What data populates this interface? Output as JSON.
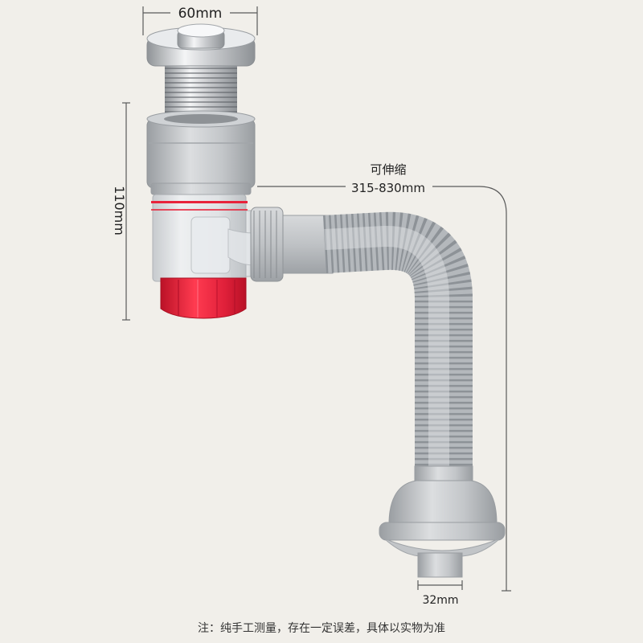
{
  "dimensions": {
    "top_width": "60mm",
    "body_height": "110mm",
    "hose_label": "可伸缩",
    "hose_range": "315-830mm",
    "outlet_diameter": "32mm"
  },
  "note": "注：纯手工测量，存在一定误差，具体以实物为准",
  "colors": {
    "background": "#f1efea",
    "pipe_gray": "#b9bcc0",
    "accent_red": "#e8233b",
    "chrome": "#d8dadc",
    "dimension_line": "#5a5a5a"
  }
}
